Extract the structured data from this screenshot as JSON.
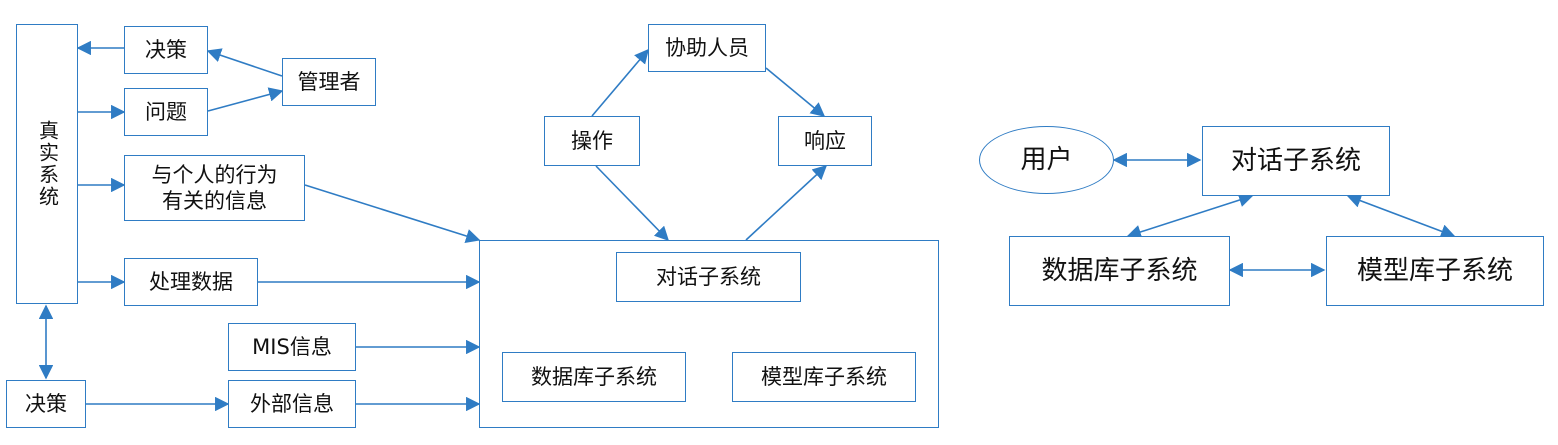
{
  "left_diagram": {
    "real_system": "真实系统",
    "decision_top": "决策",
    "problem": "问题",
    "manager": "管理者",
    "behavior_info": "与个人的行为\n有关的信息",
    "process_data": "处理数据",
    "mis_info": "MIS信息",
    "decision_bottom": "决策",
    "external_info": "外部信息",
    "operate": "操作",
    "assistant": "协助人员",
    "respond": "响应",
    "dialog_subsystem": "对话子系统",
    "database_subsystem": "数据库子系统",
    "model_subsystem": "模型库子系统"
  },
  "right_diagram": {
    "user": "用户",
    "dialog_subsystem": "对话子系统",
    "database_subsystem": "数据库子系统",
    "model_subsystem": "模型库子系统"
  },
  "colors": {
    "line": "#2f7cc4",
    "text": "#111111"
  }
}
